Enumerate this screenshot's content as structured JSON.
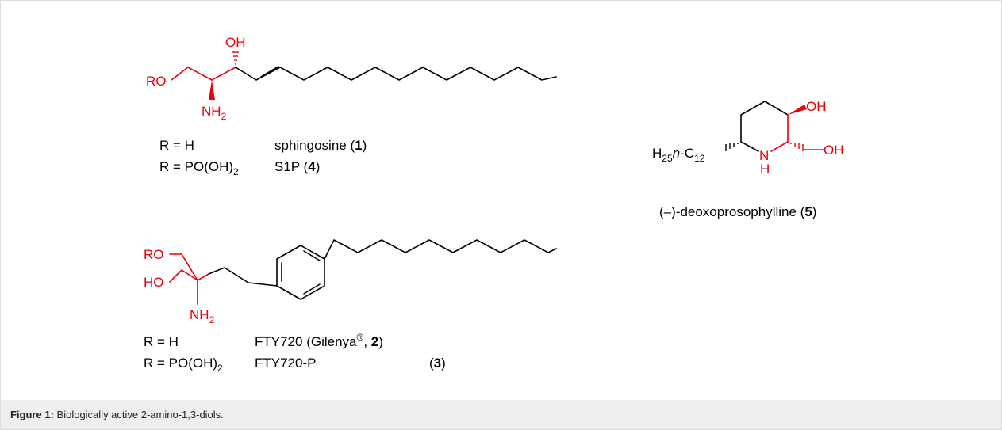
{
  "caption": {
    "label": "Figure 1:",
    "text": "Biologically active 2-amino-1,3-diols."
  },
  "sphingosine": {
    "atoms": {
      "oh": "OH",
      "ro": "RO",
      "nh": "NH",
      "nh_sub": "2"
    },
    "rows": [
      {
        "r": "R = H",
        "name": "sphingosine (",
        "num": "1",
        "close": ")"
      },
      {
        "r": "R = PO(OH)",
        "r_sub": "2",
        "name": "S1P (",
        "num": "4",
        "close": ")"
      }
    ]
  },
  "fty720": {
    "atoms": {
      "ro": "RO",
      "ho": "HO",
      "nh": "NH",
      "nh_sub": "2"
    },
    "rows": [
      {
        "r": "R = H",
        "name": "FTY720 (Gilenya",
        "sup": "®",
        "after": ", ",
        "num": "2",
        "close": ")"
      },
      {
        "r": "R = PO(OH)",
        "r_sub": "2",
        "name": "FTY720-P",
        "num_open": "(",
        "num": "3",
        "close": ")"
      }
    ]
  },
  "deoxoprosophylline": {
    "atoms": {
      "oh_top": "OH",
      "oh_side": "OH",
      "n": "N",
      "h": "H",
      "chain_h": "H",
      "chain_h_sub": "25",
      "chain_n": "n",
      "chain_c": "-C",
      "chain_c_sub": "12"
    },
    "label": {
      "name": "(–)-deoxoprosophylline (",
      "num": "5",
      "close": ")"
    }
  },
  "colors": {
    "highlight": "#e8000b",
    "bond": "#000000",
    "caption_bg": "#eeeeee"
  }
}
